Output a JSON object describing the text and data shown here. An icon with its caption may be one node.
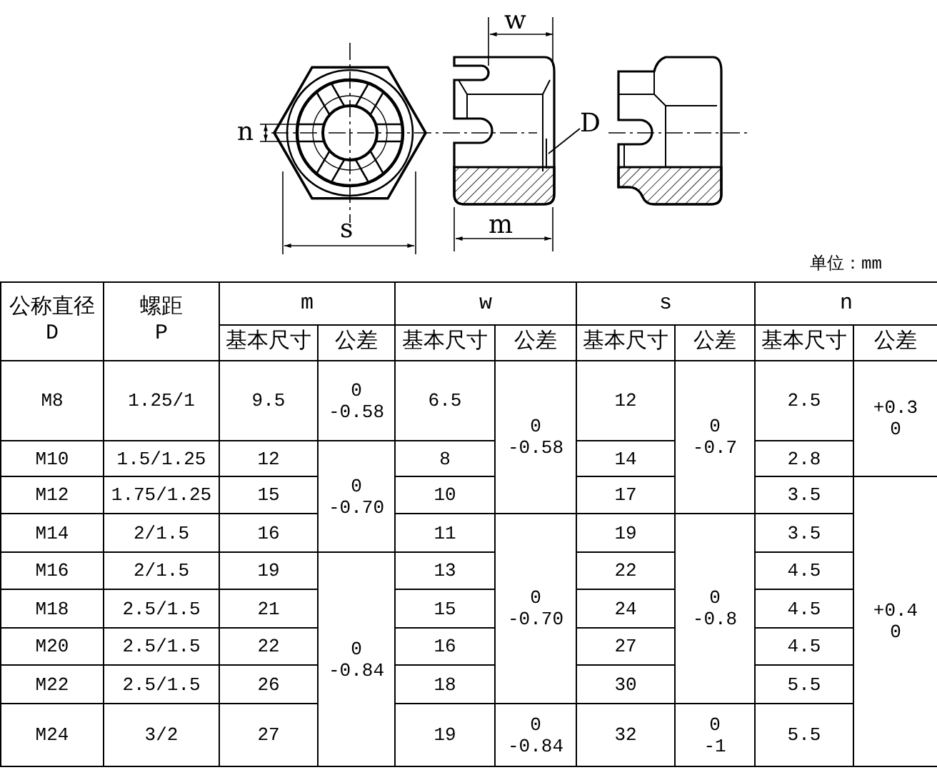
{
  "diagram": {
    "nodes": [
      {
        "text": [
          "D"
        ]
      },
      {
        "text": [],
        "shape": "bar"
      }
    ],
    "edges": [
      {
        "from": 0,
        "to": 1,
        "arrow": "none"
      }
    ],
    "labels": [
      "w",
      "n",
      "s",
      "m",
      "单位：mm",
      "公称直径",
      "D",
      "螺距",
      "P",
      "m",
      "w",
      "s",
      "n",
      "基本尺寸",
      "公差",
      "基本尺寸",
      "公差",
      "基本尺寸",
      "公差",
      "基本尺寸",
      "公差",
      "M8",
      "1.25/1",
      "9.5",
      "0",
      "-0.58",
      "6.5",
      "0",
      "-0.58",
      "12",
      "0",
      "-0.7",
      "2.5",
      "+0.3",
      "0",
      "M10",
      "1.5/1.25",
      "12",
      "0",
      "-0.70",
      "8",
      "14",
      "2.8",
      "M12",
      "1.75/1.25",
      "15",
      "10",
      "17",
      "3.5",
      "+0.4",
      "0",
      "M14",
      "2/1.5",
      "16",
      "11",
      "0",
      "-0.70",
      "19",
      "0",
      "-0.8",
      "3.5",
      "M16",
      "2/1.5",
      "19",
      "0",
      "-0.84",
      "13",
      "22",
      "4.5",
      "M18",
      "2.5/1.5",
      "21",
      "15",
      "24",
      "4.5",
      "M20",
      "2.5/1.5",
      "22",
      "16",
      "27",
      "4.5",
      "M22",
      "2.5/1.5",
      "26",
      "18",
      "30",
      "5.5",
      "M24",
      "3/2",
      "27",
      "19",
      "0",
      "-0.84",
      "32",
      "0",
      "-1",
      "5.5"
    ]
  }
}
